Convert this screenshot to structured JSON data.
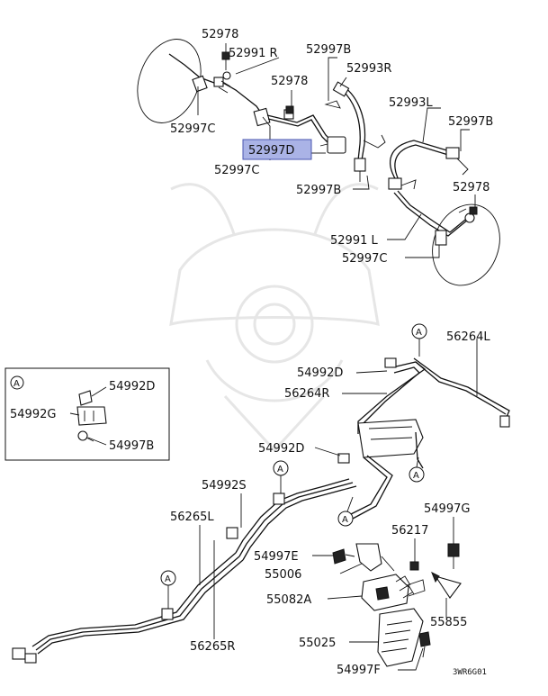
{
  "diagram_code": "3WR6G01",
  "detail_letter": "A",
  "highlight_color": "#aab3e6",
  "labels": {
    "p52978_top": "52978",
    "p52991R": "52991 R",
    "p52997B_top": "52997B",
    "p52978_mid": "52978",
    "p52993R": "52993R",
    "p52997C_left": "52997C",
    "p52997D": "52997D",
    "p52997C_mid": "52997C",
    "p52997B_bot": "52997B",
    "p52993L": "52993L",
    "p52997B_right": "52997B",
    "p52978_right": "52978",
    "p52991L": "52991 L",
    "p52997C_right": "52997C",
    "p56264L": "56264L",
    "p54992D_mid": "54992D",
    "p56264R": "56264R",
    "p54992D_detail": "54992D",
    "p54992G_detail": "54992G",
    "p54997B_detail": "54997B",
    "p54992D_low": "54992D",
    "p54992S": "54992S",
    "p56265L": "56265L",
    "p54997G": "54997G",
    "p56217": "56217",
    "p54997E": "54997E",
    "p55006": "55006",
    "p55082A": "55082A",
    "p55855": "55855",
    "p55025": "55025",
    "p54997F": "54997F",
    "p56265R": "56265R"
  }
}
